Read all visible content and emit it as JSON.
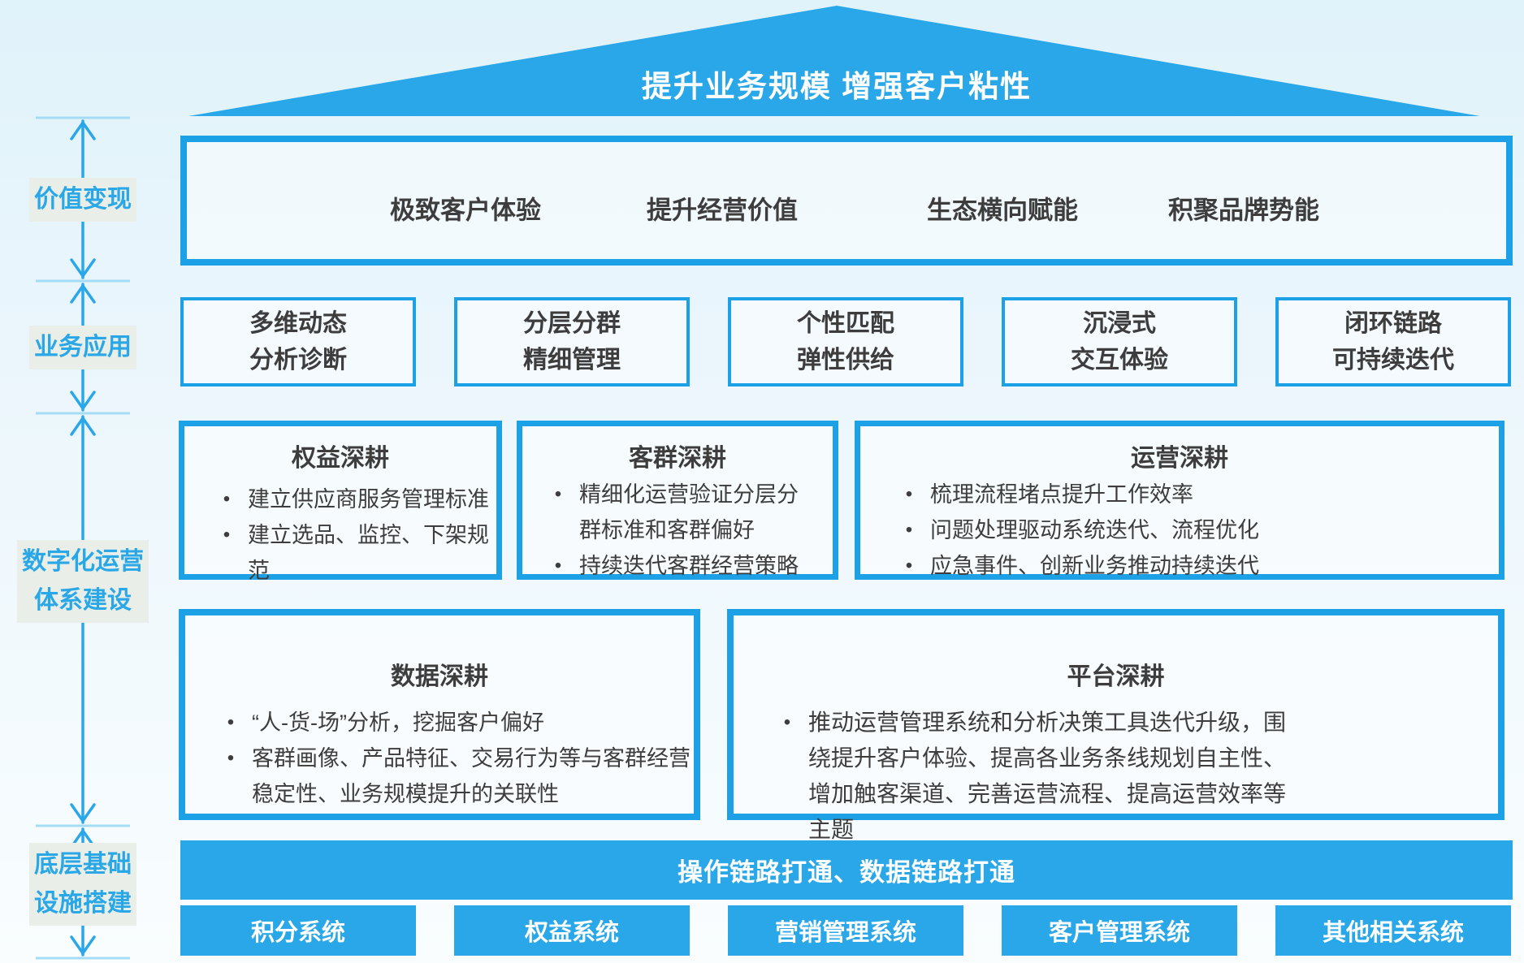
{
  "roof": {
    "title": "提升业务规模 增强客户粘性"
  },
  "sidebar": {
    "sections": [
      {
        "lines": [
          "价值变现"
        ]
      },
      {
        "lines": [
          "业务应用"
        ]
      },
      {
        "lines": [
          "数字化运营",
          "体系建设"
        ]
      },
      {
        "lines": [
          "底层基础",
          "设施搭建"
        ]
      }
    ]
  },
  "value_row": {
    "items": [
      "极致客户体验",
      "提升经营价值",
      "生态横向赋能",
      "积聚品牌势能"
    ]
  },
  "app_row": {
    "items": [
      {
        "line1": "多维动态",
        "line2": "分析诊断"
      },
      {
        "line1": "分层分群",
        "line2": "精细管理"
      },
      {
        "line1": "个性匹配",
        "line2": "弹性供给"
      },
      {
        "line1": "沉浸式",
        "line2": "交互体验"
      },
      {
        "line1": "闭环链路",
        "line2": "可持续迭代"
      }
    ]
  },
  "cultivation_top": [
    {
      "title": "权益深耕",
      "bullets": [
        "建立供应商服务管理标准",
        "建立选品、监控、下架规范"
      ]
    },
    {
      "title": "客群深耕",
      "bullets": [
        "精细化运营验证分层分群标准和客群偏好",
        "持续迭代客群经营策略"
      ]
    },
    {
      "title": "运营深耕",
      "bullets": [
        "梳理流程堵点提升工作效率",
        "问题处理驱动系统迭代、流程优化",
        "应急事件、创新业务推动持续迭代"
      ]
    }
  ],
  "cultivation_bottom": [
    {
      "title": "数据深耕",
      "bullets": [
        "“人-货-场”分析，挖掘客户偏好",
        "客群画像、产品特征、交易行为等与客群经营稳定性、业务规模提升的关联性"
      ]
    },
    {
      "title": "平台深耕",
      "bullets": [
        "推动运营管理系统和分析决策工具迭代升级，围绕提升客户体验、提高各业务条线规划自主性、增加触客渠道、完善运营流程、提高运营效率等主题"
      ]
    }
  ],
  "foundation": {
    "bar": "操作链路打通、数据链路打通",
    "systems": [
      "积分系统",
      "权益系统",
      "营销管理系统",
      "客户管理系统",
      "其他相关系统"
    ]
  },
  "colors": {
    "accent_blue": "#29a7e8",
    "border_blue": "#1da1e6",
    "rail_label_bg": "#e9eee8",
    "text_dark": "#3d3d3d"
  }
}
